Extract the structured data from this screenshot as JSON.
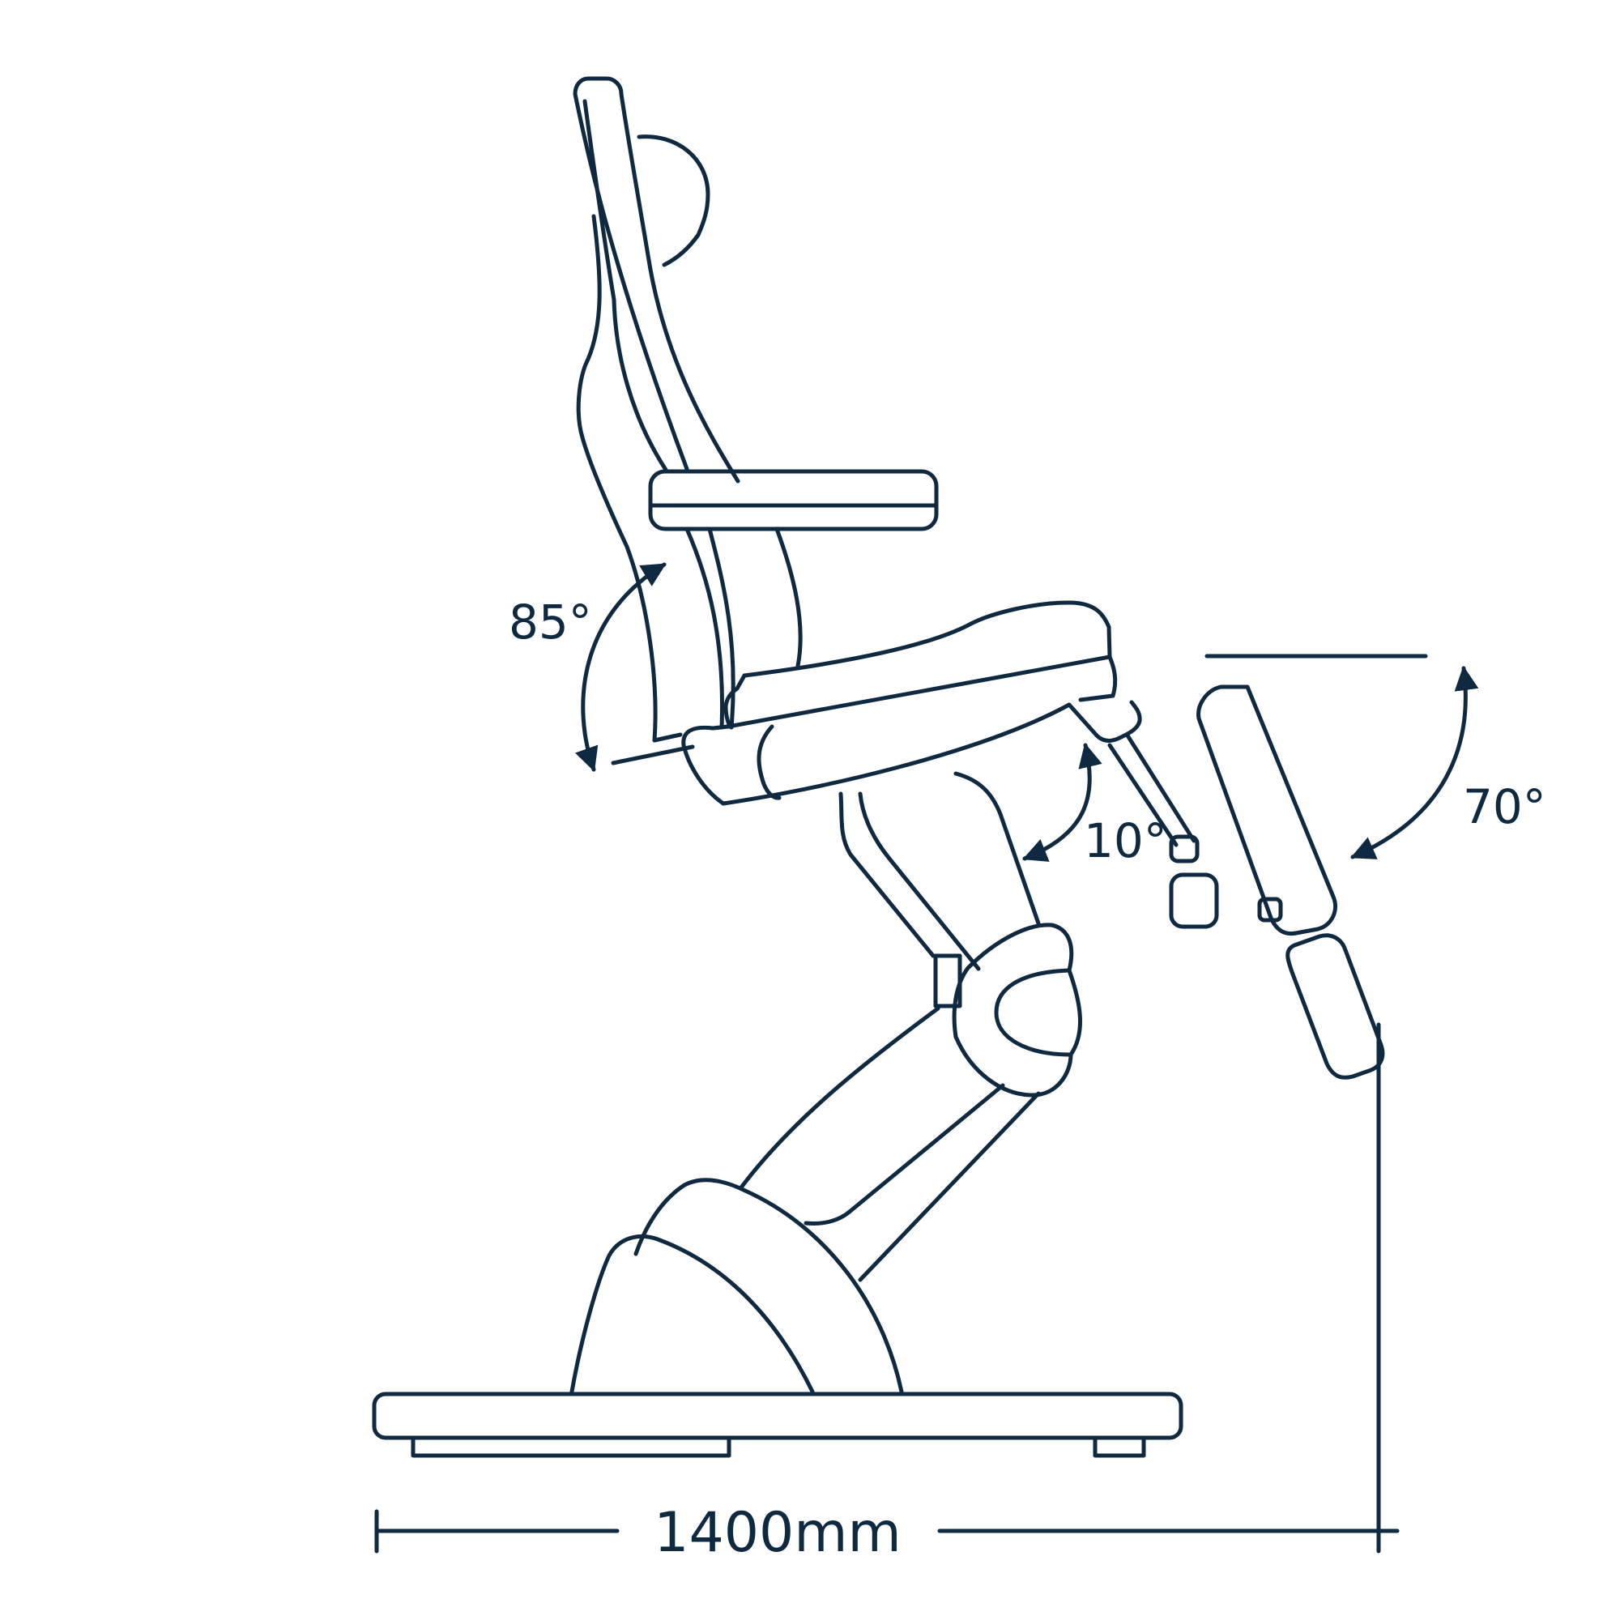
{
  "colors": {
    "stroke": "#0f2a40",
    "background": "#ffffff"
  },
  "labels": {
    "backrest_angle": "85°",
    "seat_angle": "10°",
    "leg_angle": "70°",
    "width": "1400mm"
  }
}
